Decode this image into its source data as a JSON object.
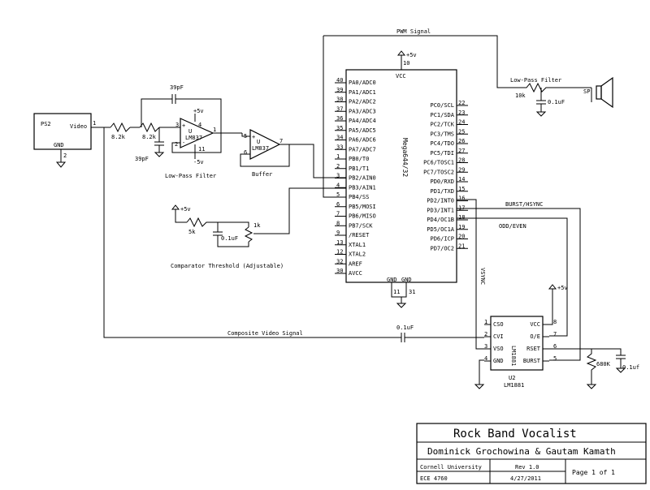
{
  "signals": {
    "pwm": "PWM Signal",
    "composite": "Composite Video Signal",
    "burst": "BURST/HSYNC",
    "oddeven": "ODD/EVEN",
    "vsync": "VSYNC",
    "lpf2": "Low-Pass Filter"
  },
  "ps2": {
    "name": "PS2",
    "video": "Video",
    "pin1": "1",
    "gnd": "GND",
    "pin2": "2"
  },
  "filter": {
    "r1": "8.2k",
    "r2": "8.2k",
    "c1": "39pF",
    "c2": "39pF",
    "label": "Low-Pass Filter"
  },
  "opamp1": {
    "name": "LM837",
    "plus5": "+5v",
    "minus5": "-5v",
    "p3": "3",
    "p2": "2",
    "p4": "4",
    "p11": "11",
    "p1": "1"
  },
  "opamp2": {
    "name": "LM837",
    "p5": "5",
    "p6": "6",
    "p7": "7",
    "label": "Buffer"
  },
  "comparator": {
    "v": "+5v",
    "r": "5k",
    "c": "0.1uF",
    "pot": "1k",
    "label": "Comparator Threshold (Adjustable)"
  },
  "mcu": {
    "name": "Mega644/32",
    "vcc": "VCC",
    "vccpin": "10",
    "v5": "+5v",
    "gnd1": "GND",
    "gnd2": "GND",
    "gp1": "11",
    "gp2": "31",
    "left": [
      [
        "40",
        "PA0/ADC0"
      ],
      [
        "39",
        "PA1/ADC1"
      ],
      [
        "38",
        "PA2/ADC2"
      ],
      [
        "37",
        "PA3/ADC3"
      ],
      [
        "36",
        "PA4/ADC4"
      ],
      [
        "35",
        "PA5/ADC5"
      ],
      [
        "34",
        "PA6/ADC6"
      ],
      [
        "33",
        "PA7/ADC7"
      ],
      [
        "1",
        "PB0/T0"
      ],
      [
        "2",
        "PB1/T1"
      ],
      [
        "3",
        "PB2/AIN0"
      ],
      [
        "4",
        "PB3/AIN1"
      ],
      [
        "5",
        "PB4/SS"
      ],
      [
        "6",
        "PB5/MOSI"
      ],
      [
        "7",
        "PB6/MISO"
      ],
      [
        "8",
        "PB7/SCK"
      ],
      [
        "9",
        "/RESET"
      ],
      [
        "13",
        "XTAL1"
      ],
      [
        "12",
        "XTAL2"
      ],
      [
        "32",
        "AREF"
      ],
      [
        "30",
        "AVCC"
      ]
    ],
    "right": [
      [
        "22",
        "PC0/SCL"
      ],
      [
        "23",
        "PC1/SDA"
      ],
      [
        "24",
        "PC2/TCK"
      ],
      [
        "25",
        "PC3/TMS"
      ],
      [
        "26",
        "PC4/TDO"
      ],
      [
        "27",
        "PC5/TDI"
      ],
      [
        "28",
        "PC6/TOSC1"
      ],
      [
        "29",
        "PC7/TOSC2"
      ],
      [
        "14",
        "PD0/RXD"
      ],
      [
        "15",
        "PD1/TXD"
      ],
      [
        "16",
        "PD2/INT0"
      ],
      [
        "17",
        "PD3/INT1"
      ],
      [
        "18",
        "PD4/OC1B"
      ],
      [
        "19",
        "PD5/OC1A"
      ],
      [
        "20",
        "PD6/ICP"
      ],
      [
        "21",
        "PD7/OC2"
      ]
    ]
  },
  "lpf": {
    "r": "10k",
    "c": "0.1uF",
    "sp": "SP"
  },
  "lm1881": {
    "name": "LM1881",
    "u2": "U2",
    "v5": "+5v",
    "cap": "0.1uF",
    "r": "680K",
    "c2": "0.1uf",
    "left": [
      [
        "1",
        "CSO"
      ],
      [
        "2",
        "CVI"
      ],
      [
        "3",
        "VSO"
      ],
      [
        "4",
        "GND"
      ]
    ],
    "right": [
      [
        "8",
        "VCC"
      ],
      [
        "7",
        "O/E"
      ],
      [
        "6",
        "RSET"
      ],
      [
        "5",
        "BURST"
      ]
    ],
    "chip": "LM1881"
  },
  "title": {
    "main": "Rock Band Vocalist",
    "authors": "Dominick Grochowina & Gautam Kamath",
    "org": "Cornell University",
    "course": "ECE 4760",
    "rev": "Rev 1.0",
    "date": "4/27/2011",
    "page": "Page 1 of 1"
  }
}
